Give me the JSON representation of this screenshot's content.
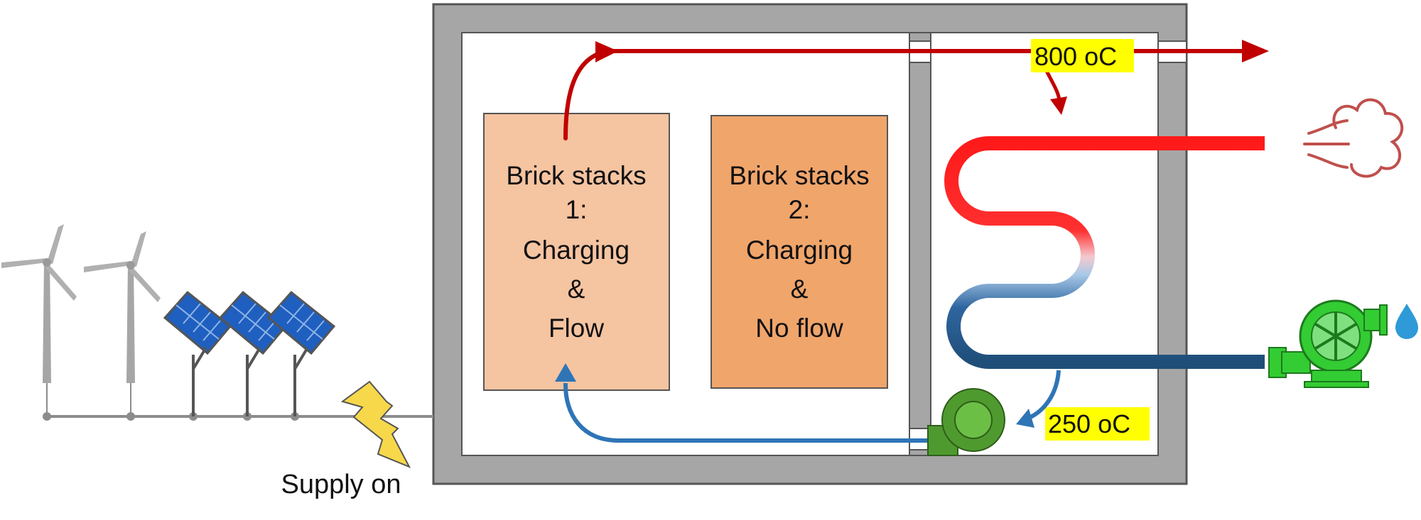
{
  "stacks": [
    {
      "lines": [
        "Brick stacks",
        "1:",
        "Charging",
        "&",
        "Flow"
      ],
      "color": "#f5c4a1"
    },
    {
      "lines": [
        "Brick stacks",
        "2:",
        "Charging",
        "&",
        "No flow"
      ],
      "color": "#f0a56b"
    }
  ],
  "temps": {
    "hot": "800 oC",
    "cold": "250 oC"
  },
  "supply_label": "Supply on",
  "colors": {
    "hot_air": "#c00000",
    "cool_air": "#2e75b6",
    "wall": "#a6a6a6",
    "fan": "#4f9a2f",
    "pump": "#33cc33",
    "pipe_hot": "#ff0000",
    "pipe_cold": "#1f4e79",
    "bolt": "#f7d84a",
    "highlight": "#ffff00",
    "water": "#2e9ad8"
  },
  "icons": [
    "wind-turbine-icon",
    "solar-panel-icon",
    "lightning-bolt-icon",
    "fan-blower-icon",
    "water-pump-icon",
    "water-drop-icon",
    "steam-icon"
  ]
}
